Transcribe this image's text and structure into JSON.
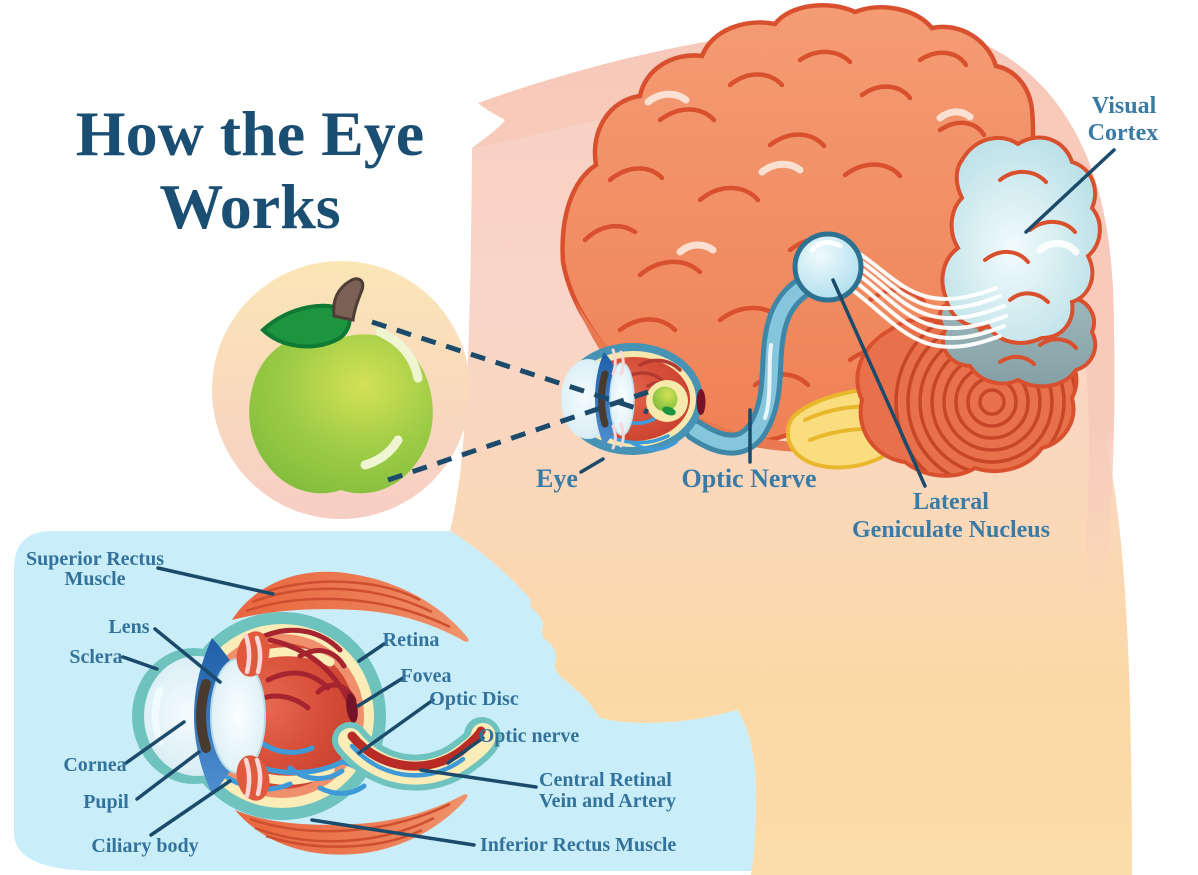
{
  "title": {
    "line1": "How the Eye",
    "line2": "Works"
  },
  "pathway_labels": {
    "eye": "Eye",
    "optic_nerve": "Optic Nerve",
    "lateral_geniculate_nucleus": {
      "line1": "Lateral",
      "line2": "Geniculate Nucleus"
    },
    "visual_cortex": {
      "line1": "Visual",
      "line2": "Cortex"
    }
  },
  "eye_diagram_labels": {
    "superior_rectus_muscle": {
      "line1": "Superior Rectus",
      "line2": "Muscle"
    },
    "lens": "Lens",
    "sclera": "Sclera",
    "cornea": "Cornea",
    "pupil": "Pupil",
    "ciliary_body": "Ciliary body",
    "retina": "Retina",
    "fovea": "Fovea",
    "optic_disc": "Optic Disc",
    "optic_nerve": "Optic nerve",
    "central_retinal_vein_and_artery": {
      "line1": "Central Retinal",
      "line2": "Vein and Artery"
    },
    "inferior_rectus_muscle": "Inferior Rectus Muscle"
  },
  "colors": {
    "title_navy": "#1A4E72",
    "label_blue": "#3A7BA6",
    "leader_navy": "#1B4A6B",
    "panel_cyan": "#C9EEF9",
    "brain_coral": "#F2926B",
    "brain_outline": "#D9502E",
    "skin_peach": "#FBD9A5",
    "hair_pink": "#F7CBBC",
    "apple_green": "#9CCB45",
    "eye_teal": "#6FC3BF",
    "eye_red": "#D8503A",
    "iris_blue": "#2766AE",
    "vein_blue": "#3E9BD8",
    "artery_red": "#A6242F",
    "nerve_tube_blue": "#85C6DD",
    "brainstem_yellow": "#FADD7F"
  }
}
